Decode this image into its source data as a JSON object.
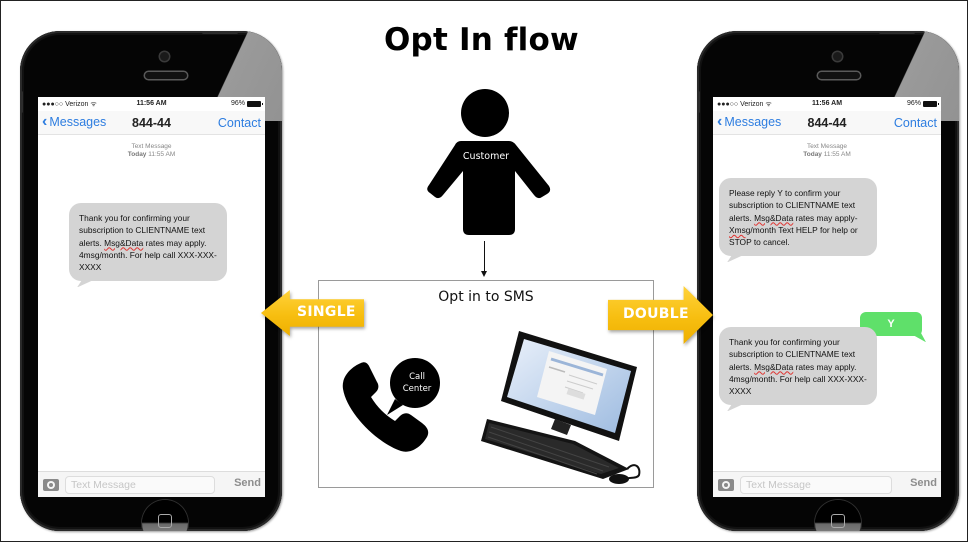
{
  "diagram": {
    "title": "Opt In flow",
    "customer_label": "Customer",
    "opt_in_box": {
      "heading": "Opt in to SMS",
      "channels": [
        {
          "name": "call-center",
          "label_line1": "Call",
          "label_line2": "Center",
          "icon": "phone-handset-speech-icon"
        },
        {
          "name": "web",
          "icon": "desktop-computer-icon"
        }
      ]
    },
    "arrows": {
      "single": {
        "label": "SINGLE",
        "direction": "left",
        "color": "#F7BE10"
      },
      "double": {
        "label": "DOUBLE",
        "direction": "right",
        "color": "#F7BE10"
      }
    }
  },
  "phones": {
    "left": {
      "status": {
        "carrier": "●●●○○ Verizon ᯤ",
        "time": "11:56 AM",
        "battery": "96%"
      },
      "nav": {
        "back": "Messages",
        "title": "844-44",
        "action": "Contact"
      },
      "stamp": {
        "label": "Text Message",
        "day": "Today",
        "time": "11:55 AM"
      },
      "messages": [
        {
          "type": "received",
          "pre": "Thank you for confirming your subscription to CLIENTNAME text alerts. ",
          "underlined": "Msg&Data",
          "post": " rates may apply. 4msg/month. For help call XXX-XXX-XXXX"
        }
      ],
      "input": {
        "placeholder": "Text Message",
        "send": "Send"
      }
    },
    "right": {
      "status": {
        "carrier": "●●●○○ Verizon ᯤ",
        "time": "11:56 AM",
        "battery": "96%"
      },
      "nav": {
        "back": "Messages",
        "title": "844-44",
        "action": "Contact"
      },
      "stamp": {
        "label": "Text Message",
        "day": "Today",
        "time": "11:55 AM"
      },
      "messages": [
        {
          "type": "received",
          "pre": "Please reply Y to confirm your subscription to CLIENTNAME text alerts. ",
          "underlined": "Msg&Data",
          "mid": " rates may apply-",
          "underlined2": "Xmsg",
          "post": "/month Text HELP for help or STOP to cancel."
        },
        {
          "type": "sent",
          "text": "Y",
          "color": "#5FE06A"
        },
        {
          "type": "received",
          "pre": "Thank you for confirming your subscription to CLIENTNAME text alerts. ",
          "underlined": "Msg&Data",
          "post": " rates may apply. 4msg/month. For help call XXX-XXX-XXXX"
        }
      ],
      "input": {
        "placeholder": "Text Message",
        "send": "Send"
      }
    }
  },
  "colors": {
    "ios_blue": "#2D7DE0",
    "bubble_gray": "#D4D4D4",
    "sent_green": "#5FE06A",
    "arrow_yellow": "#F7BE10"
  }
}
